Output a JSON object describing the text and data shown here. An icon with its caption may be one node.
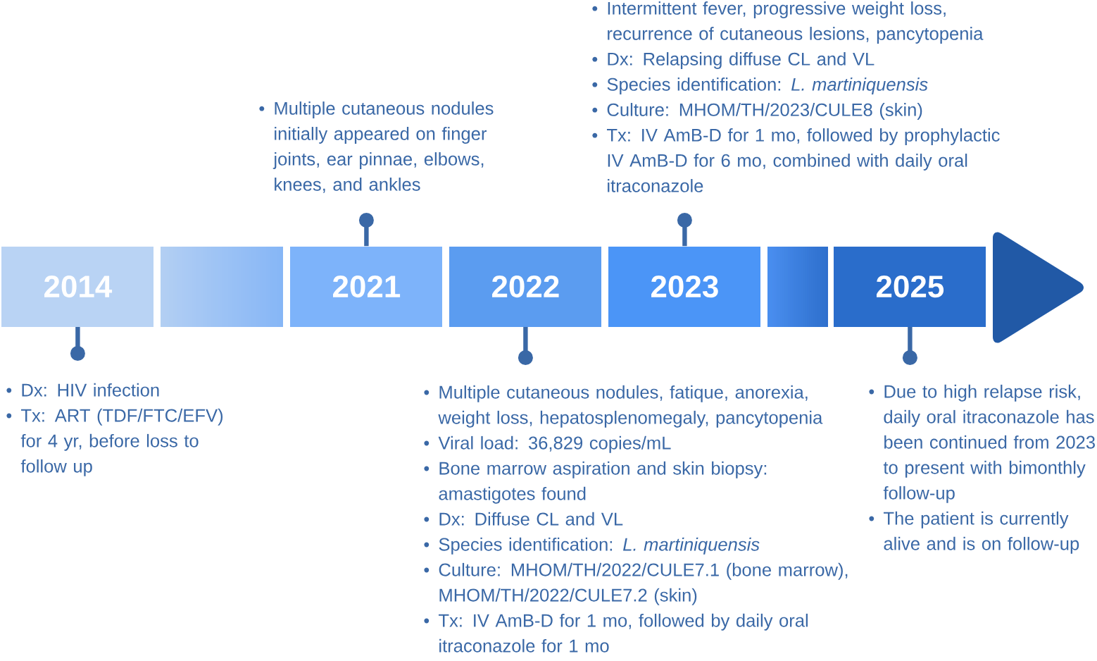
{
  "diagram": {
    "nodes": [
      {
        "text": [
          "2014"
        ]
      },
      {
        "text": [],
        "shape": "box"
      },
      {
        "text": [
          "2021"
        ]
      },
      {
        "text": [
          "2022"
        ]
      },
      {
        "text": [
          "2023"
        ]
      },
      {
        "text": [],
        "shape": "box"
      },
      {
        "text": [
          "2025"
        ]
      },
      {
        "text": [],
        "shape": "triangle"
      },
      {
        "text": [
          "Dx: HIV infection",
          "Tx: ART (TDF/FTC/EFV) for 4 yr, before loss to follow up"
        ]
      },
      {
        "text": [
          "Multiple cutaneous nodules initially appeared on finger joints, ear pinnae, elbows, knees, and ankles"
        ]
      },
      {
        "text": [
          "Multiple cutaneous nodules, fatique, anorexia, weight loss, hepatosplenomegaly, pancytopenia",
          "Viral load: 36,829 copies/mL",
          "Bone marrow aspiration and skin biopsy: amastigotes found",
          "Dx: Diffuse CL and VL",
          "Species identification: *L. martiniquensis*",
          "Culture: MHOM/TH/2022/CULE7.1 (bone marrow), MHOM/TH/2022/CULE7.2 (skin)",
          "Tx: IV AmB-D for 1 mo, followed by daily oral itraconazole for 1 mo"
        ]
      },
      {
        "text": [
          "Intermittent fever, progressive weight loss, recurrence of cutaneous lesions, pancytopenia",
          "Dx: Relapsing diffuse CL and VL",
          "Species identification: *L. martiniquensis*",
          "Culture: MHOM/TH/2023/CULE8 (skin)",
          "Tx: IV AmB-D for 1 mo, followed by prophylactic IV AmB-D for 6 mo, combined with daily oral itraconazole"
        ]
      },
      {
        "text": [
          "Due to high relapse risk, daily oral itraconazole has been continued from 2023 to present with bimonthly follow-up",
          "The patient is currently alive and is on follow-up"
        ]
      }
    ],
    "edges": [
      {
        "from": 0,
        "to": 8,
        "arrow": "other"
      },
      {
        "from": 2,
        "to": 9,
        "arrow": "other"
      },
      {
        "from": 3,
        "to": 10,
        "arrow": "other"
      },
      {
        "from": 4,
        "to": 11,
        "arrow": "other"
      },
      {
        "from": 6,
        "to": 12,
        "arrow": "other"
      }
    ]
  }
}
